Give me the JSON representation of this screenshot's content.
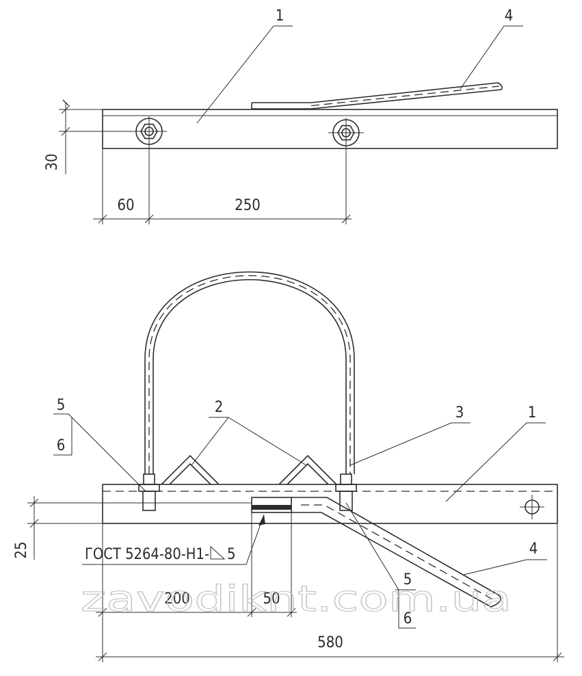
{
  "top_view": {
    "callouts": {
      "p1": "1",
      "p4": "4"
    },
    "dims": {
      "d30": "30",
      "d60": "60",
      "d250": "250"
    }
  },
  "bottom_view": {
    "callouts": {
      "p5_left": "5",
      "p6_left": "6",
      "p2": "2",
      "p3": "3",
      "p1": "1",
      "p4": "4",
      "p5_right": "5",
      "p6_right": "6"
    },
    "weld_note": "ГОСТ 5264-80-Н1-",
    "weld_leg": "5",
    "dims": {
      "d25": "25",
      "d200": "200",
      "d50": "50",
      "d580": "580"
    }
  },
  "watermark": "zavodiknt.com.ua"
}
